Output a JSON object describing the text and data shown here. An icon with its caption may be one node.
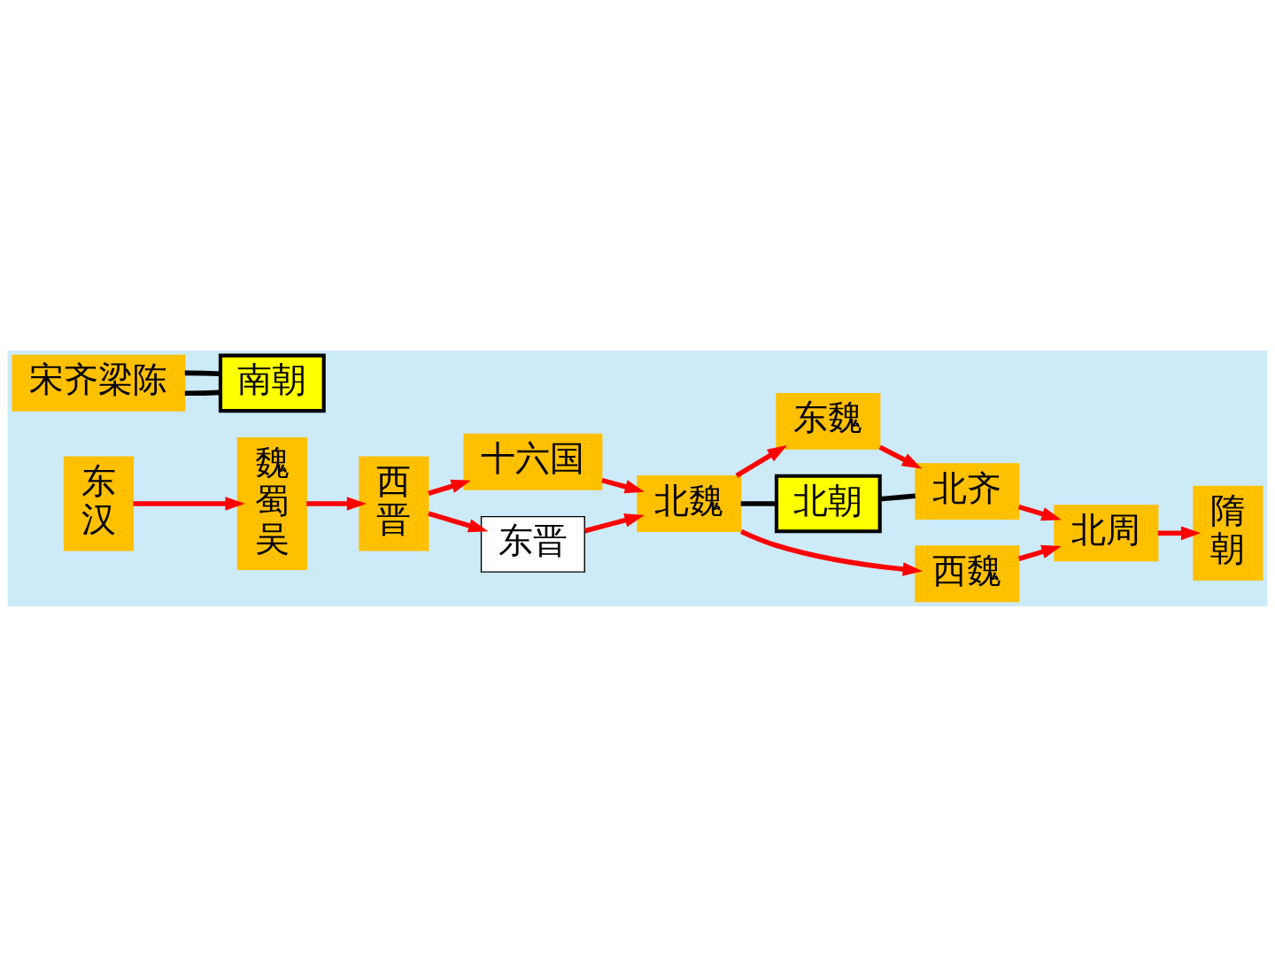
{
  "diagram": {
    "nodes": [
      {
        "text": [
          "东汉"
        ]
      },
      {
        "text": [
          "魏蜀吴"
        ]
      },
      {
        "text": [
          "西晋"
        ]
      },
      {
        "text": [
          "十六国"
        ]
      },
      {
        "text": [
          "东晋"
        ]
      },
      {
        "text": [
          "北魏"
        ]
      },
      {
        "text": [
          "东魏"
        ]
      },
      {
        "text": [
          "西魏"
        ]
      },
      {
        "text": [
          "北齐"
        ]
      },
      {
        "text": [
          "北周"
        ]
      },
      {
        "text": [
          "隋朝"
        ]
      },
      {
        "text": [
          "北朝"
        ]
      },
      {
        "text": [
          "宋齐梁陈"
        ]
      },
      {
        "text": [
          "南朝"
        ]
      }
    ],
    "edges": [
      {
        "from": 0,
        "to": 1,
        "arrow": "to"
      },
      {
        "from": 1,
        "to": 2,
        "arrow": "to"
      },
      {
        "from": 2,
        "to": 3,
        "arrow": "to"
      },
      {
        "from": 2,
        "to": 4,
        "arrow": "to"
      },
      {
        "from": 3,
        "to": 5,
        "arrow": "to"
      },
      {
        "from": 4,
        "to": 5,
        "arrow": "to"
      },
      {
        "from": 5,
        "to": 6,
        "arrow": "to"
      },
      {
        "from": 5,
        "to": 7,
        "arrow": "to"
      },
      {
        "from": 6,
        "to": 8,
        "arrow": "to"
      },
      {
        "from": 7,
        "to": 9,
        "arrow": "to"
      },
      {
        "from": 8,
        "to": 9,
        "arrow": "to"
      },
      {
        "from": 9,
        "to": 10,
        "arrow": "to"
      },
      {
        "from": 5,
        "to": 11,
        "arrow": "none",
        "color": "#000000"
      },
      {
        "from": 11,
        "to": 8,
        "arrow": "none",
        "color": "#000000"
      },
      {
        "from": 12,
        "to": 13,
        "arrow": "none",
        "color": "#000000"
      },
      {
        "from": 12,
        "to": 13,
        "arrow": "none",
        "color": "#000000"
      }
    ]
  }
}
